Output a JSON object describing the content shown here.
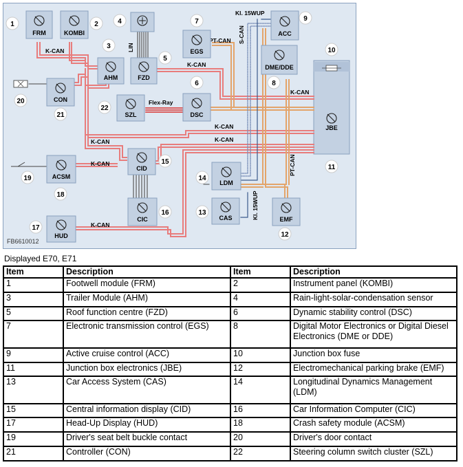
{
  "figure_id": "FB6610012",
  "caption": "Displayed E70, E71",
  "colors": {
    "background": "#dfe8f2",
    "frame": "#8aa1bf",
    "box": "#c3d1e2",
    "k_can": "#e87c7c",
    "pt_can": "#e3a46a",
    "flexray": "#d9302c",
    "s_can": "#7a8fb8",
    "kl15": "#3a5a8c"
  },
  "modules": [
    {
      "id": "frm",
      "label": "FRM",
      "num": "1"
    },
    {
      "id": "kombi",
      "label": "KOMBI",
      "num": "2"
    },
    {
      "id": "ahm",
      "label": "AHM",
      "num": "3"
    },
    {
      "id": "sensor",
      "label": "",
      "num": "4"
    },
    {
      "id": "fzd",
      "label": "FZD",
      "num": "5"
    },
    {
      "id": "dsc",
      "label": "DSC",
      "num": "6"
    },
    {
      "id": "egs",
      "label": "EGS",
      "num": "7"
    },
    {
      "id": "dme",
      "label": "DME/DDE",
      "num": "8"
    },
    {
      "id": "acc",
      "label": "ACC",
      "num": "9"
    },
    {
      "id": "fuse",
      "label": "",
      "num": "10"
    },
    {
      "id": "jbe",
      "label": "JBE",
      "num": "11"
    },
    {
      "id": "emf",
      "label": "EMF",
      "num": "12"
    },
    {
      "id": "cas",
      "label": "CAS",
      "num": "13"
    },
    {
      "id": "ldm",
      "label": "LDM",
      "num": "14"
    },
    {
      "id": "cid",
      "label": "CID",
      "num": "15"
    },
    {
      "id": "cic",
      "label": "CIC",
      "num": "16"
    },
    {
      "id": "hud",
      "label": "HUD",
      "num": "17"
    },
    {
      "id": "acsm",
      "label": "ACSM",
      "num": "18"
    },
    {
      "id": "belt",
      "label": "",
      "num": "19"
    },
    {
      "id": "door",
      "label": "",
      "num": "20"
    },
    {
      "id": "con",
      "label": "CON",
      "num": "21"
    },
    {
      "id": "szl",
      "label": "SZL",
      "num": "22"
    }
  ],
  "bus_labels": {
    "kcan": "K-CAN",
    "ptcan": "PT-CAN",
    "scan": "S-CAN",
    "flexray": "Flex-Ray",
    "kl15": "Kl. 15WUP",
    "lin": "LIN"
  },
  "table": {
    "headers": [
      "Item",
      "Description",
      "Item",
      "Description"
    ],
    "rows": [
      [
        "1",
        "Footwell module (FRM)",
        "2",
        "Instrument panel (KOMBI)"
      ],
      [
        "3",
        "Trailer Module (AHM)",
        "4",
        "Rain-light-solar-condensation sensor"
      ],
      [
        "5",
        "Roof function centre (FZD)",
        "6",
        "Dynamic stability control (DSC)"
      ],
      [
        "7",
        "Electronic transmission control (EGS)",
        "8",
        "Digital Motor Electronics or Digital Diesel Electronics (DME or DDE)"
      ],
      [
        "9",
        "Active cruise control (ACC)",
        "10",
        "Junction box fuse"
      ],
      [
        "11",
        "Junction box electronics (JBE)",
        "12",
        "Electromechanical parking brake (EMF)"
      ],
      [
        "13",
        "Car Access System (CAS)",
        "14",
        "Longitudinal Dynamics Management (LDM)"
      ],
      [
        "15",
        "Central information display (CID)",
        "16",
        "Car Information Computer (CIC)"
      ],
      [
        "17",
        "Head-Up Display (HUD)",
        "18",
        "Crash safety module (ACSM)"
      ],
      [
        "19",
        "Driver's seat belt buckle contact",
        "20",
        "Driver's door contact"
      ],
      [
        "21",
        "Controller (CON)",
        "22",
        "Steering column switch cluster (SZL)"
      ]
    ]
  }
}
